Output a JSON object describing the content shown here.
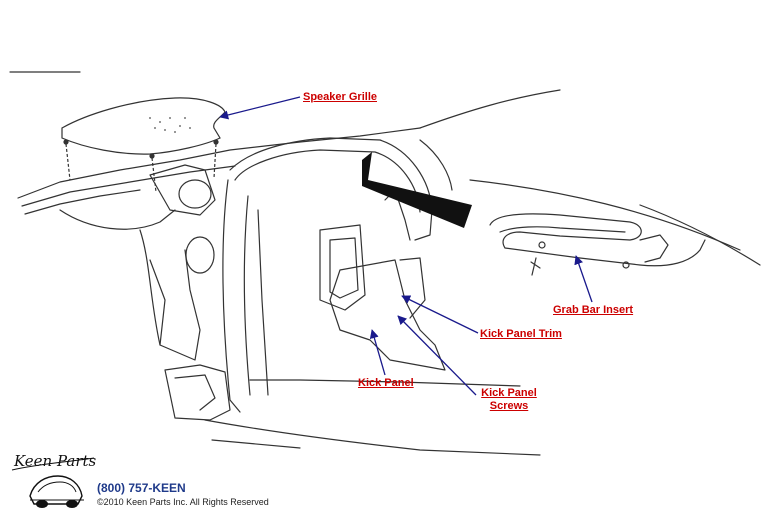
{
  "callouts": {
    "speaker_grille": "Speaker Grille",
    "grab_bar_insert": "Grab Bar Insert",
    "kick_panel_trim": "Kick Panel Trim",
    "kick_panel": "Kick Panel",
    "kick_panel_screws_line1": "Kick Panel",
    "kick_panel_screws_line2": "Screws"
  },
  "footer": {
    "logo_text": "Keen Parts",
    "phone": "(800) 757-KEEN",
    "copyright": "©2010 Keen Parts Inc. All Rights Reserved"
  },
  "colors": {
    "callout_text": "#cc0000",
    "leader_line": "#1a1a8c",
    "drawing": "#333333",
    "phone_text": "#1f3a8a"
  }
}
